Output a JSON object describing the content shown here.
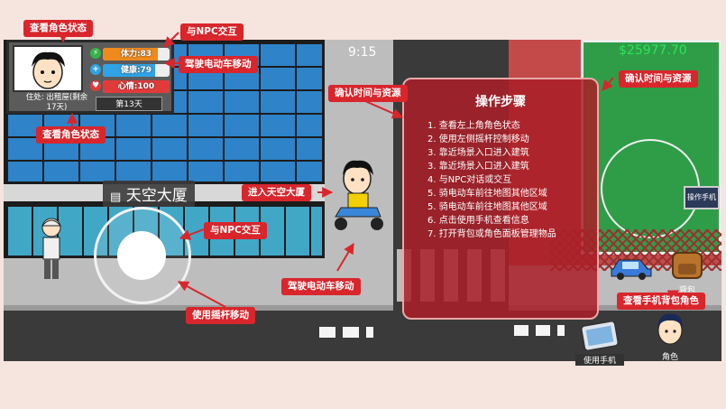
{
  "hud": {
    "clock": "9:15",
    "money": "$25977.70",
    "day_label": "第13天",
    "residence": "住处: 出租屋(剩余17天)"
  },
  "stats": [
    {
      "label": "体力:83",
      "value": 83,
      "color": "#f08a1c",
      "icon": "lightning-icon",
      "icon_color": "#35b24a"
    },
    {
      "label": "健康:79",
      "value": 79,
      "color": "#2fa3e6",
      "icon": "plus-icon",
      "icon_color": "#2fa3e6"
    },
    {
      "label": "心情:100",
      "value": 100,
      "color": "#e23a3a",
      "icon": "heart-icon",
      "icon_color": "#e23a3a"
    }
  ],
  "world": {
    "building_sign": "天空大厦",
    "phone_sign": "操作手机"
  },
  "tags": {
    "check_status_top": "查看角色状态",
    "npc_top": "与NPC交互",
    "drive_top": "驾驶电动车移动",
    "check_status_mid": "查看角色状态",
    "confirm_time_mid": "确认时间与资源",
    "confirm_time_right": "确认时间与资源",
    "enter_building": "进入天空大厦",
    "npc_mid": "与NPC交互",
    "drive_bottom": "驾驶电动车移动",
    "joystick": "使用摇杆移动",
    "check_phone": "查看手机背包角色"
  },
  "steps": {
    "title": "操作步骤",
    "items": [
      "1. 查看左上角角色状态",
      "2. 使用左侧摇杆控制移动",
      "3. 靠近场景入口进入建筑",
      "3. 靠近场景入口进入建筑",
      "4. 与NPC对话或交互",
      "5. 骑电动车前往地图其他区域",
      "5. 骑电动车前往地图其他区域",
      "6. 点击使用手机查看信息",
      "7. 打开背包或角色面板管理物品"
    ]
  },
  "buttons": {
    "backpack": "背包",
    "phone": "使用手机",
    "character": "角色"
  },
  "colors": {
    "accent_red": "#d8262c",
    "money_green": "#2ee35a"
  }
}
